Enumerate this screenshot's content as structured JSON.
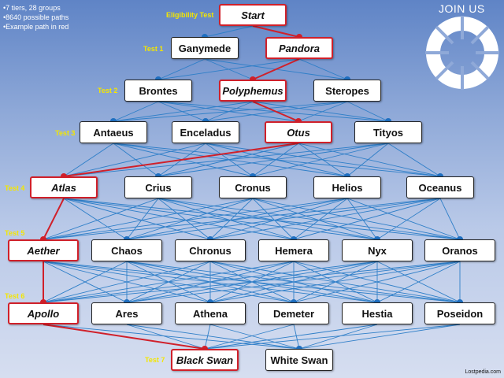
{
  "notes": [
    "7 tiers, 28 groups",
    "8640 possible paths",
    "Example path in red"
  ],
  "join_label": "JOIN US",
  "credit": "Lostpedia.com",
  "colors": {
    "edge": "#2f7fc8",
    "dot": "#1f6fc0",
    "path": "#d0202a",
    "label": "#f4e600"
  },
  "tiers": [
    {
      "label": "Eligibility Test",
      "nodes": [
        "Start"
      ]
    },
    {
      "label": "Test 1",
      "nodes": [
        "Ganymede",
        "Pandora"
      ]
    },
    {
      "label": "Test 2",
      "nodes": [
        "Brontes",
        "Polyphemus",
        "Steropes"
      ]
    },
    {
      "label": "Test 3",
      "nodes": [
        "Antaeus",
        "Enceladus",
        "Otus",
        "Tityos"
      ]
    },
    {
      "label": "Test 4",
      "nodes": [
        "Atlas",
        "Crius",
        "Cronus",
        "Helios",
        "Oceanus"
      ]
    },
    {
      "label": "Test 5",
      "nodes": [
        "Aether",
        "Chaos",
        "Chronus",
        "Hemera",
        "Nyx",
        "Oranos"
      ]
    },
    {
      "label": "Test 6",
      "nodes": [
        "Apollo",
        "Ares",
        "Athena",
        "Demeter",
        "Hestia",
        "Poseidon"
      ]
    },
    {
      "label": "Test 7",
      "nodes": [
        "Black Swan",
        "White Swan"
      ]
    }
  ],
  "example_path": [
    "Start",
    "Pandora",
    "Polyphemus",
    "Otus",
    "Atlas",
    "Aether",
    "Apollo",
    "Black Swan"
  ]
}
